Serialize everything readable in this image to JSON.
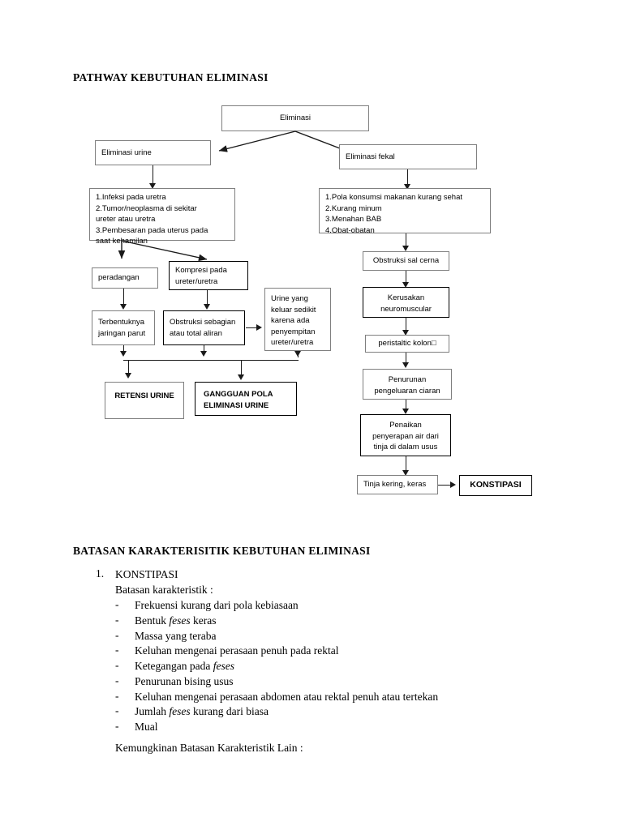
{
  "document": {
    "headings": {
      "pathway": "PATHWAY KEBUTUHAN ELIMINASI",
      "batasan": "BATASAN KARAKTERISITIK KEBUTUHAN ELIMINASI"
    },
    "list": {
      "number": "1.",
      "item_title": "KONSTIPASI",
      "sub_label": "Batasan karakteristik :",
      "dash": "-",
      "bullets": [
        "Frekuensi kurang dari pola kebiasaan",
        "Bentuk feses keras",
        "Massa yang teraba",
        "Keluhan mengenai perasaan penuh pada rektal",
        "Ketegangan pada feses",
        "Penurunan bising usus",
        "Keluhan mengenai perasaan abdomen atau rektal penuh atau tertekan",
        "Jumlah feses kurang dari biasa",
        "Mual"
      ],
      "closing": "Kemungkinan Batasan Karakteristik Lain :"
    }
  },
  "flowchart": {
    "title": "PATHWAY KEBUTUHAN ELIMINASI",
    "colors": {
      "box_border_light": "#7f7f7f",
      "box_border_dark": "#000000",
      "connector": "#1a1a1a",
      "background": "#ffffff"
    },
    "nodes": {
      "eliminasi": {
        "label": "Eliminasi"
      },
      "eliminasi_urine": {
        "label": "Eliminasi urine"
      },
      "eliminasi_fekal": {
        "label": "Eliminasi fekal"
      },
      "penyebab_urine": {
        "lines": [
          "1.Infeksi pada  uretra",
          "2.Tumor/neoplasma di sekitar",
          "ureter atau uretra",
          "3.Pembesaran pada uterus pada",
          "saat kehamilan"
        ]
      },
      "penyebab_fekal": {
        "lines": [
          "1.Pola konsumsi makanan kurang sehat",
          "2.Kurang minum",
          "3.Menahan BAB",
          "4.Obat-obatan"
        ]
      },
      "peradangan": {
        "label": "peradangan"
      },
      "kompresi": {
        "lines": [
          "Kompresi pada",
          "ureter/uretra"
        ]
      },
      "terbentuknya": {
        "lines": [
          "Terbentuknya",
          "jaringan parut"
        ]
      },
      "obstruksi_sebagian": {
        "lines": [
          "Obstruksi sebagian",
          "atau total aliran"
        ]
      },
      "urine_sedikit": {
        "lines": [
          "Urine yang",
          "keluar sedikit",
          "karena ada",
          "penyempitan",
          "ureter/uretra"
        ]
      },
      "retensi_urine": {
        "label": "RETENSI URINE"
      },
      "gangguan_pola": {
        "lines": [
          "GANGGUAN POLA",
          "ELIMINASI URINE"
        ]
      },
      "obstruksi_sal_cerna": {
        "label": "Obstruksi sal cerna"
      },
      "kerusakan_neuro": {
        "lines": [
          "Kerusakan",
          "neuromuscular"
        ]
      },
      "peristaltic_kolon": {
        "label": "peristaltic kolon□"
      },
      "penurunan_pengeluaran": {
        "lines": [
          "Penurunan",
          "pengeluaran ciaran"
        ]
      },
      "penaikan_penyerapan": {
        "lines": [
          "Penaikan",
          "penyerapan air dari",
          "tinja di dalam usus"
        ]
      },
      "tinja_kering": {
        "label": "Tinja kering, keras"
      },
      "konstipasi": {
        "label": "KONSTIPASI"
      }
    }
  }
}
